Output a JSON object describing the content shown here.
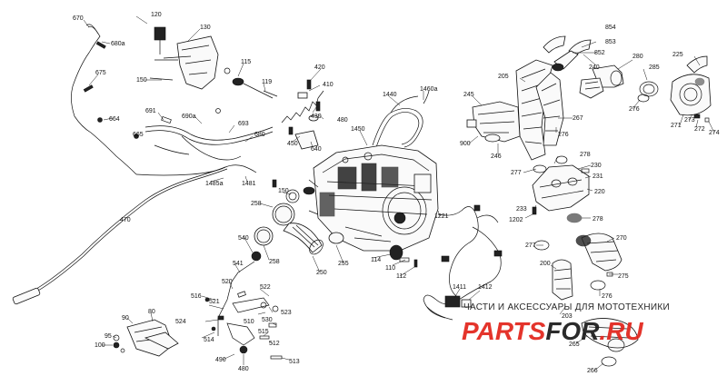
{
  "labels": [
    {
      "id": "670",
      "text": "670"
    },
    {
      "id": "680a",
      "text": "680a"
    },
    {
      "id": "120a",
      "text": "120"
    },
    {
      "id": "130",
      "text": "130"
    },
    {
      "id": "675",
      "text": "675"
    },
    {
      "id": "150",
      "text": "150"
    },
    {
      "id": "115",
      "text": "115"
    },
    {
      "id": "119",
      "text": "119"
    },
    {
      "id": "420",
      "text": "420"
    },
    {
      "id": "410",
      "text": "410"
    },
    {
      "id": "430",
      "text": "430"
    },
    {
      "id": "480",
      "text": "480"
    },
    {
      "id": "1440",
      "text": "1440"
    },
    {
      "id": "1460a",
      "text": "1460a"
    },
    {
      "id": "664",
      "text": "664"
    },
    {
      "id": "691",
      "text": "691"
    },
    {
      "id": "690a",
      "text": "690a"
    },
    {
      "id": "693",
      "text": "693"
    },
    {
      "id": "665",
      "text": "665"
    },
    {
      "id": "680",
      "text": "680"
    },
    {
      "id": "450",
      "text": "450"
    },
    {
      "id": "640",
      "text": "640"
    },
    {
      "id": "1450",
      "text": "1450"
    },
    {
      "id": "1485a",
      "text": "1485a"
    },
    {
      "id": "1481",
      "text": "1481"
    },
    {
      "id": "150b",
      "text": "150"
    },
    {
      "id": "258a",
      "text": "258"
    },
    {
      "id": "470",
      "text": "470"
    },
    {
      "id": "258b",
      "text": "258"
    },
    {
      "id": "250",
      "text": "250"
    },
    {
      "id": "255",
      "text": "255"
    },
    {
      "id": "1221",
      "text": "1221"
    },
    {
      "id": "114",
      "text": "114"
    },
    {
      "id": "110",
      "text": "110"
    },
    {
      "id": "112",
      "text": "112"
    },
    {
      "id": "540",
      "text": "540"
    },
    {
      "id": "541",
      "text": "541"
    },
    {
      "id": "520",
      "text": "520"
    },
    {
      "id": "516",
      "text": "516"
    },
    {
      "id": "521",
      "text": "521"
    },
    {
      "id": "522",
      "text": "522"
    },
    {
      "id": "524",
      "text": "524"
    },
    {
      "id": "523",
      "text": "523"
    },
    {
      "id": "530",
      "text": "530"
    },
    {
      "id": "510",
      "text": "510"
    },
    {
      "id": "514",
      "text": "514"
    },
    {
      "id": "515",
      "text": "515"
    },
    {
      "id": "512",
      "text": "512"
    },
    {
      "id": "490",
      "text": "490"
    },
    {
      "id": "480b",
      "text": "480"
    },
    {
      "id": "513",
      "text": "513"
    },
    {
      "id": "90",
      "text": "90"
    },
    {
      "id": "80",
      "text": "80"
    },
    {
      "id": "95",
      "text": "95"
    },
    {
      "id": "100",
      "text": "100"
    },
    {
      "id": "1411",
      "text": "1411"
    },
    {
      "id": "1412",
      "text": "1412"
    },
    {
      "id": "245",
      "text": "245"
    },
    {
      "id": "205",
      "text": "205"
    },
    {
      "id": "900",
      "text": "900"
    },
    {
      "id": "246",
      "text": "246"
    },
    {
      "id": "267",
      "text": "267"
    },
    {
      "id": "276a",
      "text": "276"
    },
    {
      "id": "240",
      "text": "240"
    },
    {
      "id": "854",
      "text": "854"
    },
    {
      "id": "853",
      "text": "853"
    },
    {
      "id": "852",
      "text": "852"
    },
    {
      "id": "280",
      "text": "280"
    },
    {
      "id": "285",
      "text": "285"
    },
    {
      "id": "225",
      "text": "225"
    },
    {
      "id": "276b",
      "text": "276"
    },
    {
      "id": "271",
      "text": "271"
    },
    {
      "id": "273",
      "text": "273"
    },
    {
      "id": "272",
      "text": "272"
    },
    {
      "id": "274",
      "text": "274"
    },
    {
      "id": "278a",
      "text": "278"
    },
    {
      "id": "277a",
      "text": "277"
    },
    {
      "id": "230",
      "text": "230"
    },
    {
      "id": "231",
      "text": "231"
    },
    {
      "id": "220",
      "text": "220"
    },
    {
      "id": "233",
      "text": "233"
    },
    {
      "id": "1202",
      "text": "1202"
    },
    {
      "id": "278b",
      "text": "278"
    },
    {
      "id": "270",
      "text": "270"
    },
    {
      "id": "277b",
      "text": "277"
    },
    {
      "id": "275",
      "text": "275"
    },
    {
      "id": "200",
      "text": "200"
    },
    {
      "id": "276c",
      "text": "276"
    },
    {
      "id": "203",
      "text": "203"
    },
    {
      "id": "265",
      "text": "265"
    },
    {
      "id": "266",
      "text": "266"
    }
  ],
  "watermark": {
    "text": "ЧАСТИ И АКСЕССУАРЫ ДЛЯ МОТОТЕХНИКИ",
    "logo_part1": "PARTS",
    "logo_part2": "FOR",
    "logo_part3": ".RU",
    "logo_color_red": "#e2231a",
    "logo_color_dark": "#1a1a1a"
  }
}
